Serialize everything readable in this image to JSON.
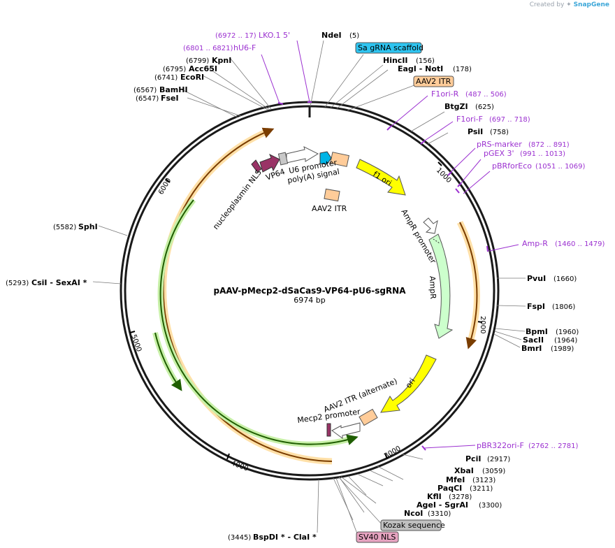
{
  "app": {
    "created_by": "Created by",
    "brand": "SnapGene"
  },
  "plasmid": {
    "name": "pAAV-pMecp2-dSaCas9-VP64-pU6-sgRNA",
    "size": "6974 bp"
  },
  "ticks": [
    "1000",
    "2000",
    "3000",
    "4000",
    "5000",
    "6000"
  ],
  "sites": [
    {
      "name": "NdeI",
      "pos": "(5)"
    },
    {
      "name": "HincII",
      "pos": "(156)"
    },
    {
      "name": "EagI  - NotI",
      "pos": "(178)"
    },
    {
      "name": "BtgZI",
      "pos": "(625)"
    },
    {
      "name": "PsiI",
      "pos": "(758)"
    },
    {
      "name": "PvuI",
      "pos": "(1660)"
    },
    {
      "name": "FspI",
      "pos": "(1806)"
    },
    {
      "name": "BpmI",
      "pos": "(1960)"
    },
    {
      "name": "SacII",
      "pos": "(1964)"
    },
    {
      "name": "BmrI",
      "pos": "(1989)"
    },
    {
      "name": "PciI",
      "pos": "(2917)"
    },
    {
      "name": "XbaI",
      "pos": "(3059)"
    },
    {
      "name": "MfeI",
      "pos": "(3123)"
    },
    {
      "name": "PaqCI",
      "pos": "(3211)"
    },
    {
      "name": "KflI",
      "pos": "(3278)"
    },
    {
      "name": "AgeI  - SgrAI",
      "pos": "(3300)"
    },
    {
      "name": "NcoI",
      "pos": "(3310)"
    },
    {
      "name": "BspDI *  - ClaI *",
      "pos": "(3445)"
    },
    {
      "name": "CsiI  - SexAI *",
      "pos": "(5293)"
    },
    {
      "name": "SphI",
      "pos": "(5582)"
    },
    {
      "name": "FseI",
      "pos": "(6547)"
    },
    {
      "name": "BamHI",
      "pos": "(6567)"
    },
    {
      "name": "EcoRI",
      "pos": "(6741)"
    },
    {
      "name": "Acc65I",
      "pos": "(6795)"
    },
    {
      "name": "KpnI",
      "pos": "(6799)"
    }
  ],
  "primers": [
    {
      "name": "LKO.1 5'",
      "range": "(6972 .. 17)"
    },
    {
      "name": "hU6-F",
      "range": "(6801 .. 6821)"
    },
    {
      "name": "F1ori-R",
      "range": "(487 .. 506)"
    },
    {
      "name": "F1ori-F",
      "range": "(697 .. 718)"
    },
    {
      "name": "pRS-marker",
      "range": "(872 .. 891)"
    },
    {
      "name": "pGEX 3'",
      "range": "(991 .. 1013)"
    },
    {
      "name": "pBRforEco",
      "range": "(1051 .. 1069)"
    },
    {
      "name": "Amp-R",
      "range": "(1460 .. 1479)"
    },
    {
      "name": "pBR322ori-F",
      "range": "(2762 .. 2781)"
    }
  ],
  "boxed_labels": [
    {
      "text": "Sa gRNA scaffold",
      "color": "#2ec4f0"
    },
    {
      "text": "AAV2 ITR",
      "color": "#ffcc99"
    },
    {
      "text": "Kozak sequence",
      "color": "#c0c0c0"
    },
    {
      "text": "SV40 NLS",
      "color": "#e6a3c0"
    }
  ],
  "features": [
    {
      "text": "f1 ori",
      "color": "#ffff00"
    },
    {
      "text": "AmpR promoter",
      "color": "#ffffff"
    },
    {
      "text": "AmpR",
      "color": "#ccffcc"
    },
    {
      "text": "ori",
      "color": "#ffff00"
    },
    {
      "text": "AAV2 ITR (alternate)",
      "color": "#ffcc99"
    },
    {
      "text": "Mecp2 promoter",
      "color": "#ffffff"
    },
    {
      "text": "AAV2 ITR",
      "color": "#ffcc99"
    },
    {
      "text": "U6 promoter",
      "color": "#ffffff"
    },
    {
      "text": "poly(A) signal",
      "color": "#c8c8c8"
    },
    {
      "text": "VP64",
      "color": "#993366"
    },
    {
      "text": "nucleoplasmin NLS",
      "color": "#993366"
    }
  ],
  "colors": {
    "backbone": "#1a1a1a",
    "primer": "#9b30d0",
    "orange_arc": "#e07b00",
    "green_arc": "#2e8b00"
  }
}
